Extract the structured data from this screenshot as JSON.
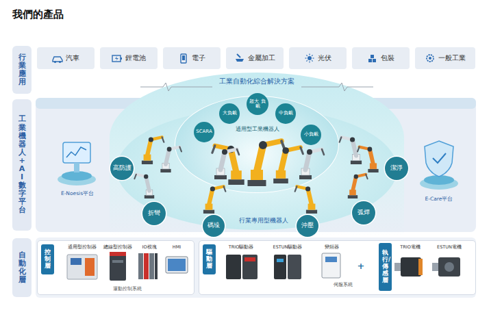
{
  "diagram": {
    "title": "我們的產品",
    "nodes": [
      {
        "text": [
          "行業應用"
        ]
      },
      {
        "text": [
          "汽車"
        ]
      },
      {
        "text": [
          "鋰電池"
        ]
      },
      {
        "text": [
          "電子"
        ]
      },
      {
        "text": [
          "金屬加工"
        ]
      },
      {
        "text": [
          "光伏"
        ]
      },
      {
        "text": [
          "包裝"
        ]
      },
      {
        "text": [
          "一般工業"
        ]
      },
      {
        "text": [
          "工業機器人+AI數字平台"
        ]
      },
      {
        "text": [
          "工業自動化綜合解決方案"
        ]
      },
      {
        "text": [
          "行業專用型機器人"
        ],
        "in": 9
      },
      {
        "text": [
          "通用型工業機器人"
        ],
        "in": 10
      },
      {
        "text": [
          "超大 負載"
        ],
        "in": 11
      },
      {
        "text": [
          "大負載"
        ],
        "in": 11
      },
      {
        "text": [
          "中負載"
        ],
        "in": 11
      },
      {
        "text": [
          "SCARA"
        ],
        "in": 11
      },
      {
        "text": [
          "小負載"
        ],
        "in": 11
      },
      {
        "text": [
          "高防護"
        ],
        "in": 10
      },
      {
        "text": [
          "折彎"
        ],
        "in": 10
      },
      {
        "text": [
          "碼垛"
        ],
        "in": 10
      },
      {
        "text": [
          "沖壓"
        ],
        "in": 10
      },
      {
        "text": [
          "弧焊"
        ],
        "in": 10
      },
      {
        "text": [
          "潔淨"
        ],
        "in": 10
      },
      {
        "text": [
          "自動化層"
        ]
      },
      {
        "text": [
          "運動控制系統"
        ]
      },
      {
        "text": [
          "控制層"
        ],
        "in": 24
      },
      {
        "text": [
          "伺服系統"
        ]
      },
      {
        "text": [
          "驅動層"
        ],
        "in": 26
      },
      {
        "text": [
          "執行/傳感層"
        ],
        "in": 26
      }
    ],
    "labels": [
      "E-Noesis平台",
      "E-Care平台",
      "通用型控制器",
      "總線型控制器",
      "IO模塊",
      "HMI",
      "TRIO驅動器",
      "ESTUN驅動器",
      "變頻器",
      "+",
      "TRIO電機",
      "ESTUN電機"
    ]
  }
}
